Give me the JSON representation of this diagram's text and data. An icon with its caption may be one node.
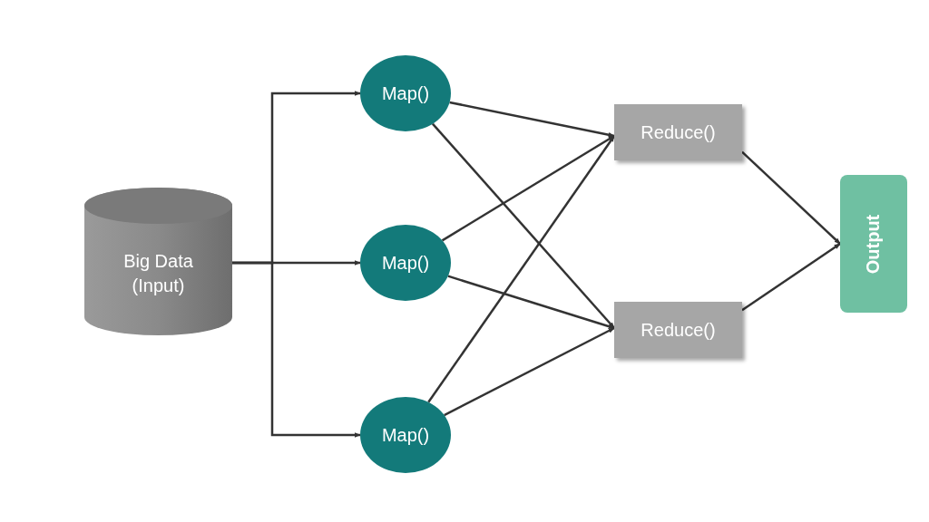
{
  "diagram": {
    "nodes": [
      {
        "text": [
          "Big Data (Input)"
        ]
      },
      {
        "text": [
          "Map()"
        ]
      },
      {
        "text": [
          "Map()"
        ]
      },
      {
        "text": [
          "Map()"
        ]
      },
      {
        "text": [
          "Reduce()"
        ]
      },
      {
        "text": [
          "Reduce()"
        ]
      },
      {
        "text": [
          "Output"
        ]
      }
    ],
    "edges": [
      {
        "from": 0,
        "to": 1,
        "arrow": "to"
      },
      {
        "from": 0,
        "to": 2,
        "arrow": "to"
      },
      {
        "from": 0,
        "to": 3,
        "arrow": "to"
      },
      {
        "from": 1,
        "to": 4,
        "arrow": "to"
      },
      {
        "from": 1,
        "to": 5,
        "arrow": "to"
      },
      {
        "from": 2,
        "to": 4,
        "arrow": "to"
      },
      {
        "from": 2,
        "to": 5,
        "arrow": "to"
      },
      {
        "from": 3,
        "to": 4,
        "arrow": "to"
      },
      {
        "from": 3,
        "to": 5,
        "arrow": "to"
      },
      {
        "from": 4,
        "to": 6,
        "arrow": "to"
      },
      {
        "from": 5,
        "to": 6,
        "arrow": "to"
      }
    ]
  }
}
